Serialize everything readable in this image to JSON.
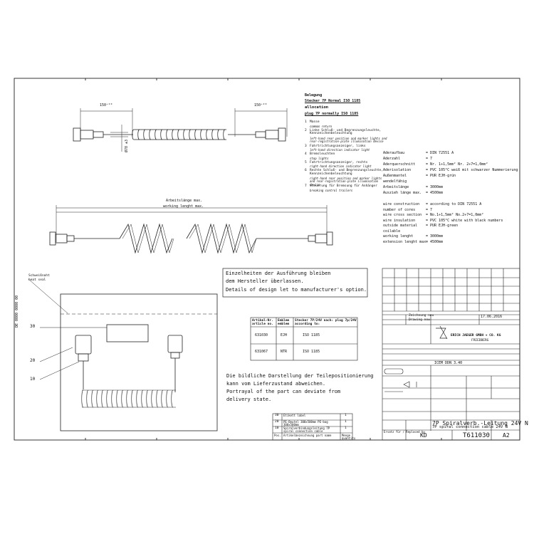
{
  "title_block": {
    "title_de": "7P Spiralverb.-Leitung 24V N",
    "title_en": "7P spiral connection cable 24V N",
    "drawing_no": "T611030",
    "format": "A2",
    "standard": "ICEM DDN 3.40",
    "date": "17.06.2016",
    "company": "ERICH JAEGER GMBH + CO. KG",
    "location": "FRIEDBERG",
    "code": "KD",
    "replaced_by_label": "Ersatz für / Replaced by"
  },
  "allocation": {
    "heading_de": "Belegung",
    "title_de": "Stecker 7P Normal ISO 1185",
    "heading_en": "allocation",
    "title_en": "plug 7P normally ISO 1185",
    "pins": [
      {
        "n": "1",
        "de": "Masse",
        "en": "common return"
      },
      {
        "n": "2",
        "de": "Linke Schluß- und Begrenzungsleuchte, Kennzeichenbeleuchtung",
        "en": "left-hand rear position and marker lights and rear-registration-plate illumination device"
      },
      {
        "n": "3",
        "de": "Fahrtrichtungsanzeiger, links",
        "en": "left-hand direction indicator light"
      },
      {
        "n": "4",
        "de": "Bremsleuchten",
        "en": "stop lights"
      },
      {
        "n": "5",
        "de": "Fahrtrichtungsanzeiger, rechts",
        "en": "right-hand direction indicator light"
      },
      {
        "n": "6",
        "de": "Rechte Schluß- und Begrenzungsleuchte, Kennzeichenbeleuchtung",
        "en": "right-hand rear position and marker lights and rear-registration-plate illumination device"
      },
      {
        "n": "7",
        "de": "Steuerung für Bremsung für Anhänger",
        "en": "breaking control trailers"
      }
    ]
  },
  "specs_de": [
    {
      "k": "Aderaufbau",
      "v": "= DIN 72551 A"
    },
    {
      "k": "Aderzahl",
      "v": "= 7"
    },
    {
      "k": "Aderquerschnitt",
      "v": "= Nr. 1÷1,5mm² Nr. 2÷7=1,0mm²"
    },
    {
      "k": "Aderisolation",
      "v": "= PVC 105°C weiß mit schwarzer Nummerierung"
    },
    {
      "k": "Außenmantel",
      "v": "= PUR EJH-grün"
    },
    {
      "k": "wendelfähig",
      "v": ""
    },
    {
      "k": "Arbeitslänge",
      "v": "= 3000mm"
    },
    {
      "k": "Auszieh länge max.",
      "v": "= 4500mm"
    }
  ],
  "specs_en": [
    {
      "k": "wire construction",
      "v": "= according to DIN 72551 A"
    },
    {
      "k": "number of cores",
      "v": "= 7"
    },
    {
      "k": "wire cross section",
      "v": "= No.1÷1,5mm² No.2÷7=1,0mm²"
    },
    {
      "k": "wire insulation",
      "v": "= PVC 105°C white with black numbers"
    },
    {
      "k": "outside material",
      "v": "= PUR EJH-green"
    },
    {
      "k": "coilable",
      "v": ""
    },
    {
      "k": "working lenght",
      "v": "= 3000mm"
    },
    {
      "k": "extension lenght max.",
      "v": "= 4500mm"
    }
  ],
  "dims": {
    "left_len": "150⁺²⁰",
    "right_len": "150⁺²⁰",
    "diameter": "Ø78 ±3",
    "working_de": "Arbeitslänge max.",
    "working_en": "working lenght max."
  },
  "design_note": {
    "l1": "Einzelheiten der Ausführung bleiben",
    "l2": "dem Hersteller überlassen.",
    "l3": "Details of design let to manufacturer's option."
  },
  "article_table": {
    "headers": [
      "Artikel-Nr. article no.",
      "Emblem emblem",
      "Stecker 7P/24V nach: plug 7p/24V according to:"
    ],
    "rows": [
      [
        "631030",
        "EJH",
        "ISO 1185"
      ],
      [
        "631067",
        "NTR",
        "ISO 1185"
      ]
    ]
  },
  "portrayal": {
    "l1": "Die bildliche Darstellung der Teilepositionierung",
    "l2": "kann vom Lieferzustand abweichen.",
    "l3": "Portrayal of the part can deviate from",
    "l4": "delivery state."
  },
  "callouts": {
    "weld": "Schweißnaht",
    "weld_en": "heat seal",
    "n30": "30",
    "n20": "20",
    "n10": "10"
  },
  "parts_list": [
    {
      "pos": "30",
      "desc": "Etikett label",
      "qty": "1"
    },
    {
      "pos": "20",
      "desc": "PE-Beutel 300x500mm PE-bag 300x500mm",
      "qty": "1"
    },
    {
      "pos": "10",
      "desc": "Spiralverbindungsleitung 7P spiral connection cable",
      "qty": "1"
    }
  ],
  "parts_header": {
    "pos": "Pos.",
    "desc": "Artikelbezeichnung part name",
    "qty": "Menge quantity"
  },
  "revision": {
    "label_de": "Zeichnung neu",
    "label_en": "Drawing new"
  },
  "side_label": "DE 0000 0000 00"
}
